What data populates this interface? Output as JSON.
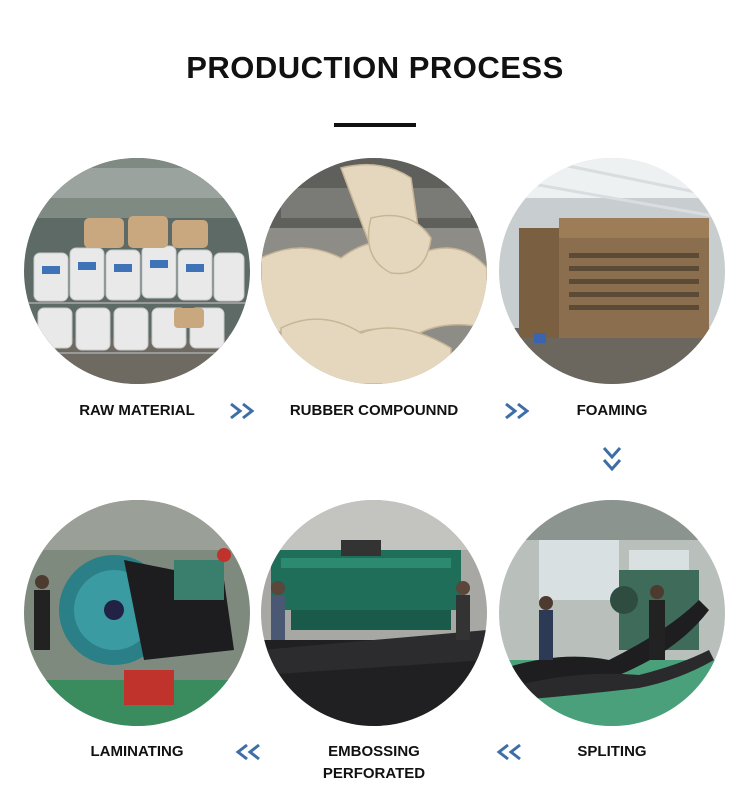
{
  "title": "PRODUCTION PROCESS",
  "steps": [
    {
      "label": "RAW MATERIAL",
      "image": "raw-material-bags-photo"
    },
    {
      "label": "RUBBER COMPOUNND",
      "image": "rubber-compound-photo"
    },
    {
      "label": "FOAMING",
      "image": "foaming-press-machine-photo"
    },
    {
      "label": "SPLITING",
      "image": "splitting-machine-photo"
    },
    {
      "label": "EMBOSSING",
      "label2": "PERFORATED",
      "image": "embossing-perforating-press-photo"
    },
    {
      "label": "LAMINATING",
      "image": "laminating-machine-photo"
    }
  ],
  "arrows": {
    "direction_row1": "right",
    "direction_down": "down",
    "direction_row2": "left",
    "color": "#3d6fa6"
  }
}
